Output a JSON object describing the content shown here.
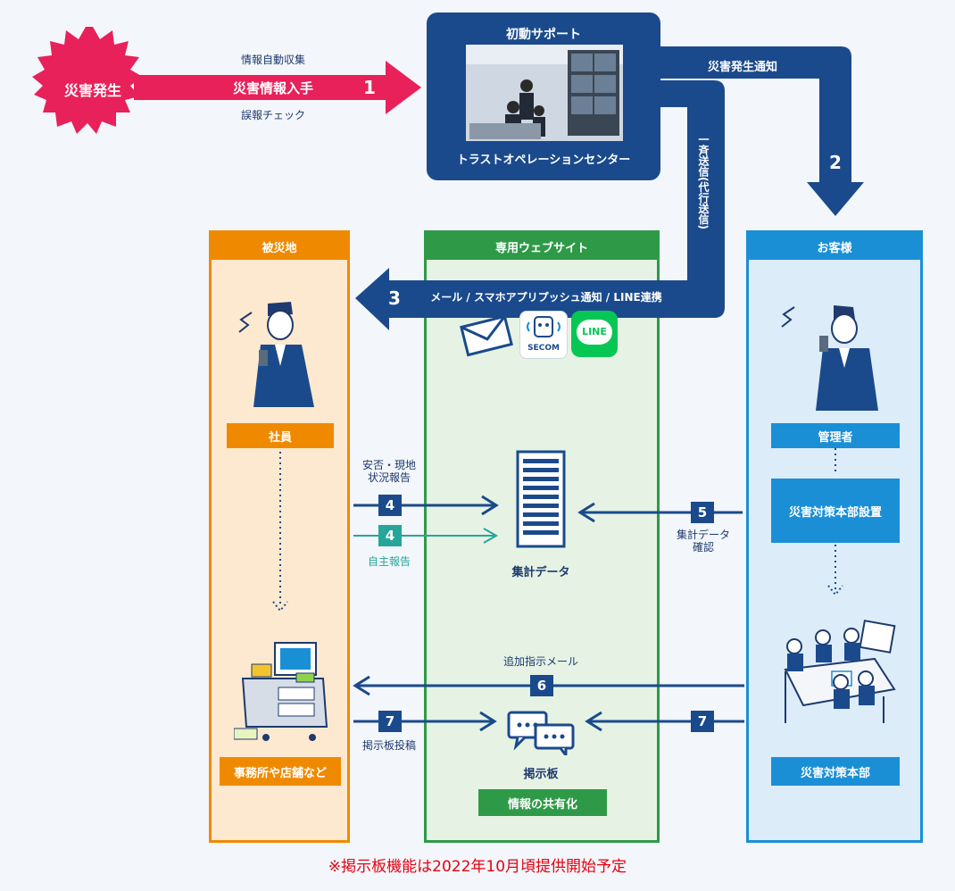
{
  "disaster": {
    "label": "災害発生"
  },
  "arrow1": {
    "top": "情報自動収集",
    "main": "災害情報入手",
    "bottom": "誤報チェック",
    "num": "1"
  },
  "center": {
    "title": "初動サポート",
    "name": "トラストオペレーションセンター"
  },
  "arrow2": {
    "label": "災害発生通知",
    "num": "2"
  },
  "arrow3": {
    "vertical": "一斉送信(代行送信)",
    "label": "メール / スマホアプリプッシュ通知 / LINE連携",
    "num": "3"
  },
  "columns": {
    "affected": {
      "header": "被災地",
      "employee": "社員",
      "office": "事務所や店舗など"
    },
    "website": {
      "header": "専用ウェブサイト",
      "data": "集計データ",
      "board": "掲示板",
      "share": "情報の共有化"
    },
    "customer": {
      "header": "お客様",
      "manager": "管理者",
      "setup": "災害対策本部設置",
      "hq": "災害対策本部"
    }
  },
  "icons": {
    "secom": "SECOM",
    "line": "LINE"
  },
  "flows": {
    "report": {
      "caption_line1": "安否・現地",
      "caption_line2": "状況報告",
      "num": "4"
    },
    "self": {
      "caption": "自主報告",
      "num": "4"
    },
    "check": {
      "caption_line1": "集計データ",
      "caption_line2": "確認",
      "num": "5"
    },
    "instruct": {
      "caption": "追加指示メール",
      "num": "6"
    },
    "post": {
      "caption": "掲示板投稿",
      "num": "7"
    },
    "post_right": {
      "num": "7"
    }
  },
  "footnote": "※掲示板機能は2022年10月頃提供開始予定",
  "colors": {
    "navy": "#1a4a8c",
    "pink": "#e8215a",
    "orange": "#ef8a00",
    "green": "#2e9a48",
    "blue": "#1a8fd6",
    "teal": "#26a69a",
    "note": "#e60012"
  }
}
